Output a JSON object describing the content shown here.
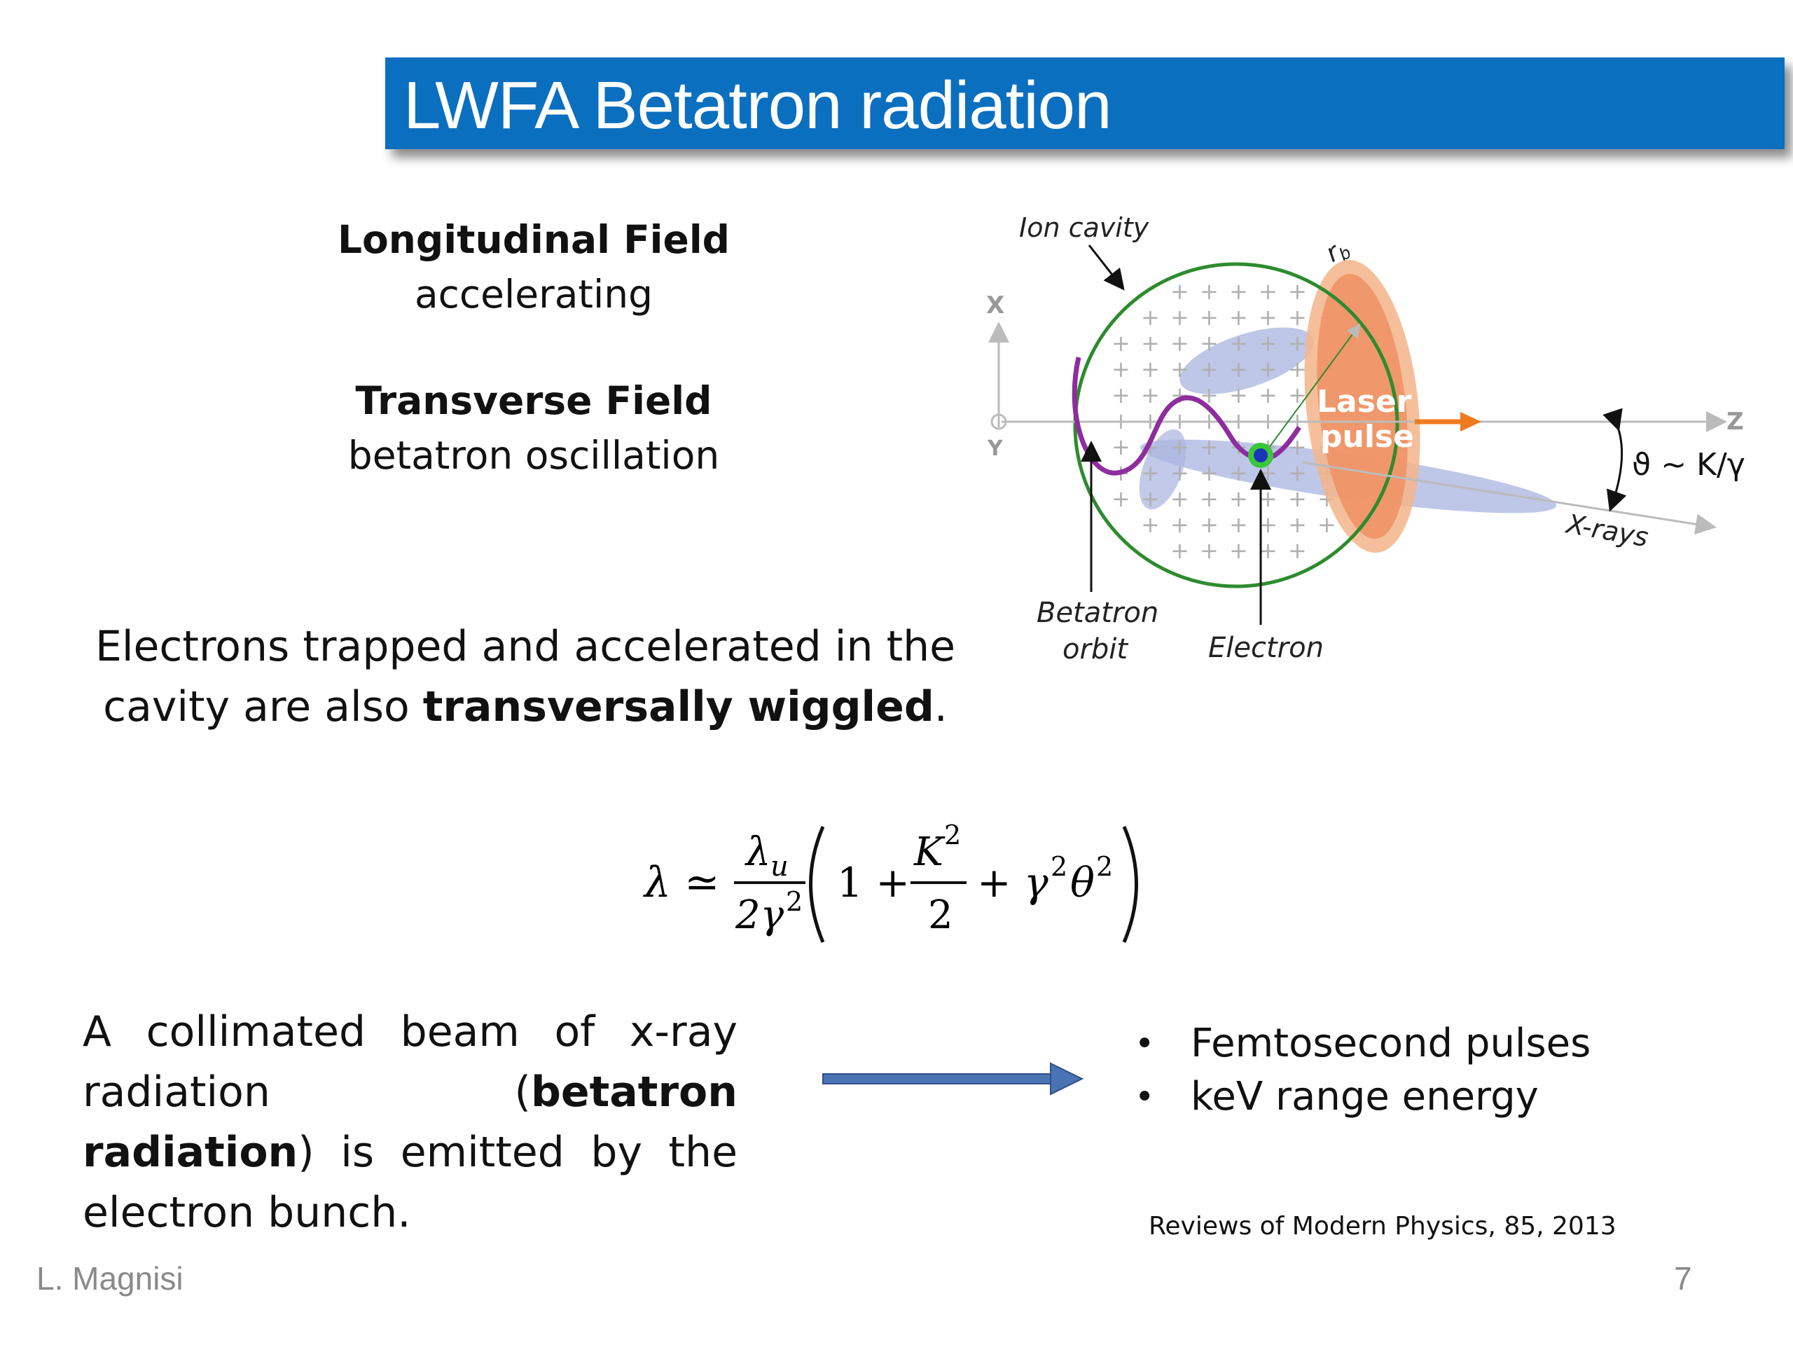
{
  "title": "LWFA Betatron radiation",
  "fields": {
    "longitudinal_heading": "Longitudinal Field",
    "longitudinal_sub": "accelerating",
    "transverse_heading": "Transverse Field",
    "transverse_sub": "betatron oscillation"
  },
  "paragraph1": {
    "line1": "Electrons trapped and accelerated in the",
    "line2_pre": "cavity are also ",
    "line2_bold": "transversally wiggled",
    "line2_post": "."
  },
  "formula": {
    "lhs": "λ ≃",
    "num": "λ",
    "num_sub": "u",
    "den": "2γ",
    "den_sup": "2",
    "one_plus": "1 +",
    "frac2_num": "K",
    "frac2_num_sup": "2",
    "frac2_den": "2",
    "tail": "+ γ",
    "tail_sup1": "2",
    "theta": "θ",
    "tail_sup2": "2"
  },
  "paragraph2": {
    "pre": "A collimated beam of x-ray radiation (",
    "bold": "betatron radiation",
    "post": ") is emitted by the electron bunch."
  },
  "bullets": [
    "Femtosecond pulses",
    "keV range energy"
  ],
  "bullet_symbol": "•",
  "reference": "Reviews of Modern Physics, 85, 2013",
  "footer": {
    "author": "L. Magnisi",
    "page": "7"
  },
  "diagram": {
    "ion_cavity": "Ion cavity",
    "rb_label": "r",
    "rb_sub": "b",
    "x_axis": "X",
    "y_axis": "Y",
    "z_axis": "Z",
    "laser_line1": "Laser",
    "laser_line2": "pulse",
    "angle_label": "ϑ ~ K/γ",
    "xrays": "X-rays",
    "betatron_line1": "Betatron",
    "betatron_line2": "orbit",
    "electron": "Electron",
    "plus_sign": "+"
  },
  "colors": {
    "title_bg": "#0b6fc0",
    "cavity": "#2e8b2e",
    "orbit": "#8e2d9e",
    "laser": "#f09a70",
    "arrow": "#4a73b5",
    "xray_lobe": "#aab4e0",
    "laser_arrow": "#f07a20"
  }
}
